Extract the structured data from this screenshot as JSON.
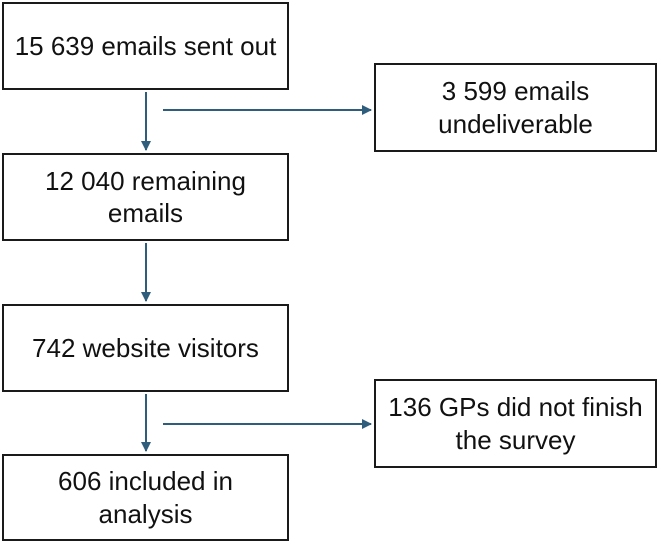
{
  "flowchart": {
    "boxes": {
      "emails_sent": "15 639 emails sent out",
      "undeliverable": "3 599 emails undeliverable",
      "remaining": "12 040 remaining emails",
      "visitors": "742 website visitors",
      "not_finished": "136 GPs did not finish the survey",
      "included": "606 included in analysis"
    },
    "colors": {
      "box_border": "#1a1a1a",
      "arrow": "#2f5d7c",
      "text": "#111111"
    }
  }
}
